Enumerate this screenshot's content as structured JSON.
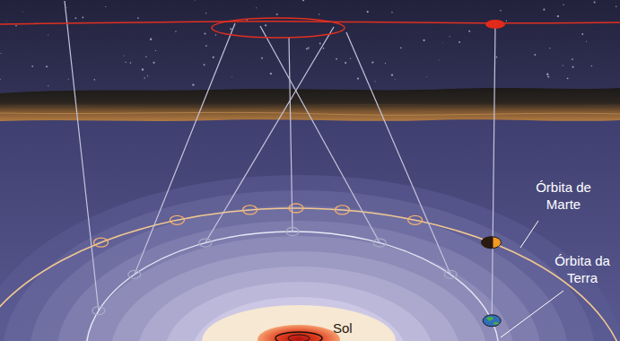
{
  "diagram": {
    "labels": [
      "Órbita de Marte",
      "Órbita da Terra",
      "Sol"
    ]
  }
}
